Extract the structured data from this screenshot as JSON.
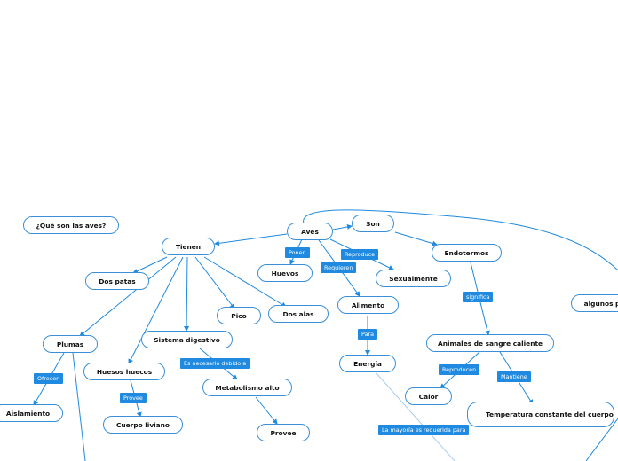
{
  "nodes": {
    "que_son": "¿Qué son las aves?",
    "aves": "Aves",
    "tienen": "Tienen",
    "son": "Son",
    "endotermos": "Endotermos",
    "huevos": "Huevos",
    "sexualmente": "Sexualmente",
    "alimento": "Alimento",
    "energia": "Energía",
    "dos_patas": "Dos patas",
    "plumas": "Plumas",
    "aislamiento": "Aislamiento",
    "huesos_huecos": "Huesos huecos",
    "cuerpo_liviano": "Cuerpo liviano",
    "sistema_digestivo": "Sistema digestivo",
    "metabolismo_alto": "Metabolismo alto",
    "provee_node": "Provee",
    "pico": "Pico",
    "dos_alas": "Dos alas",
    "animales_sangre": "Animales de sangre caliente",
    "calor": "Calor",
    "temperatura": "Temperatura constante del cuerpo",
    "algunos": "algunos p"
  },
  "labels": {
    "ponen": "Ponen",
    "reproduce": "Reproduce",
    "requieren": "Requieren",
    "para": "Para",
    "significa": "significa",
    "reproducen": "Reproducen",
    "mantiene": "Mantiene",
    "ofrecen": "Ofrecen",
    "provee_1": "Provee",
    "necesario": "Es necesario debido a",
    "mayoria": "La mayoría es requerida para"
  },
  "colors": {
    "line": "#1f8ae0",
    "border": "#3a8fd9",
    "label_bg": "#1f8ae0"
  }
}
